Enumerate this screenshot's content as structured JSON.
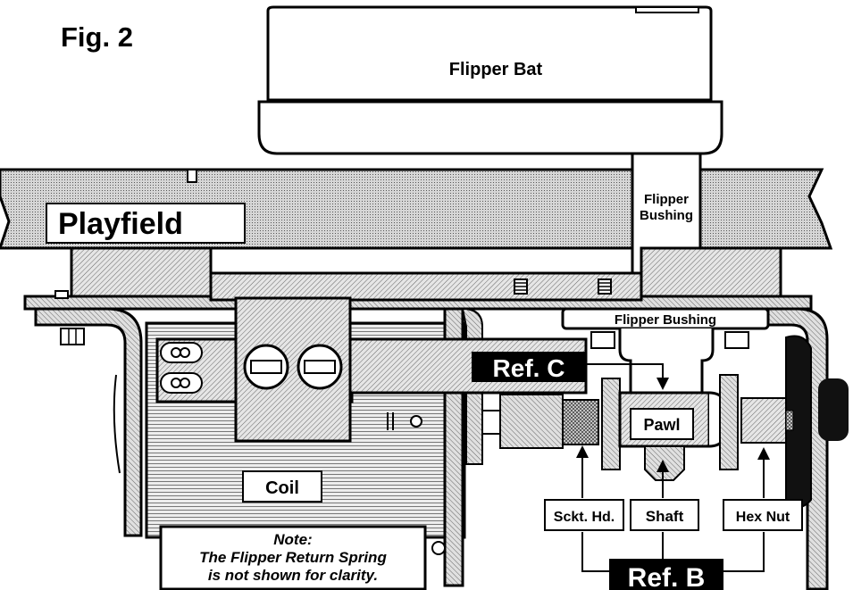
{
  "figure_label": "Fig. 2",
  "labels": {
    "flipper_bat": "Flipper Bat",
    "playfield": "Playfield",
    "flipper_bushing_vertical_line1": "Flipper",
    "flipper_bushing_vertical_line2": "Bushing",
    "flipper_bushing_horizontal": "Flipper Bushing",
    "ref_c": "Ref. C",
    "ref_b": "Ref. B",
    "pawl": "Pawl",
    "coil": "Coil",
    "sckt_hd": "Sckt. Hd.",
    "shaft": "Shaft",
    "hex_nut": "Hex Nut"
  },
  "note": {
    "line1": "Note:",
    "line2": "The Flipper Return Spring",
    "line3": "is not shown for clarity."
  }
}
